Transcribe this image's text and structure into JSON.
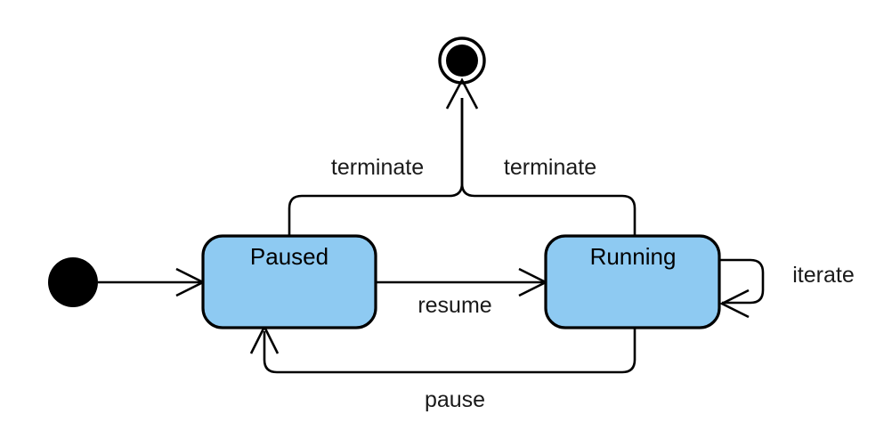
{
  "diagram": {
    "type": "uml-state-machine",
    "title": "",
    "background_color": "#ffffff",
    "state_fill_color": "#8ECAF2",
    "state_border_color": "#000000",
    "edge_color": "#000000",
    "states": [
      {
        "id": "paused",
        "label": "Paused"
      },
      {
        "id": "running",
        "label": "Running"
      }
    ],
    "pseudo_states": [
      {
        "id": "initial",
        "kind": "initial-state",
        "label": ""
      },
      {
        "id": "final",
        "kind": "final-state",
        "label": ""
      }
    ],
    "transitions": [
      {
        "id": "start",
        "from": "initial",
        "to": "paused",
        "label": ""
      },
      {
        "id": "resume",
        "from": "paused",
        "to": "running",
        "label": "resume"
      },
      {
        "id": "pause",
        "from": "running",
        "to": "paused",
        "label": "pause"
      },
      {
        "id": "iterate",
        "from": "running",
        "to": "running",
        "label": "iterate"
      },
      {
        "id": "terminate-paused",
        "from": "paused",
        "to": "final",
        "label": "terminate"
      },
      {
        "id": "terminate-running",
        "from": "running",
        "to": "final",
        "label": "terminate"
      }
    ]
  }
}
